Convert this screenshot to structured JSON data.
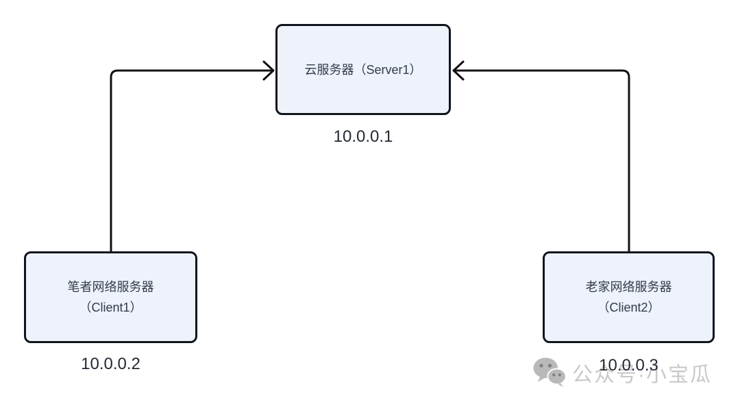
{
  "nodes": {
    "server": {
      "label": "云服务器（Server1）",
      "ip": "10.0.0.1"
    },
    "client1": {
      "name": "笔者网络服务器",
      "alias": "（Client1）",
      "ip": "10.0.0.2"
    },
    "client2": {
      "name": "老家网络服务器",
      "alias": "（Client2）",
      "ip": "10.0.0.3"
    }
  },
  "edges": [
    {
      "from": "client1",
      "to": "server",
      "style": "orthogonal-rounded",
      "arrowhead": "open-chevron"
    },
    {
      "from": "client2",
      "to": "server",
      "style": "orthogonal-rounded",
      "arrowhead": "open-chevron"
    }
  ],
  "watermark": {
    "icon": "wechat-icon",
    "text": "公众号·小宝瓜"
  },
  "colors": {
    "background": "#ffffff",
    "node_fill": "#edf2fb",
    "node_border": "#10141b",
    "node_text": "#333b49",
    "ip_text": "#232933",
    "arrow": "#111111",
    "watermark_icon": "#b9b9b9",
    "watermark_text": "#c9c9c9"
  }
}
